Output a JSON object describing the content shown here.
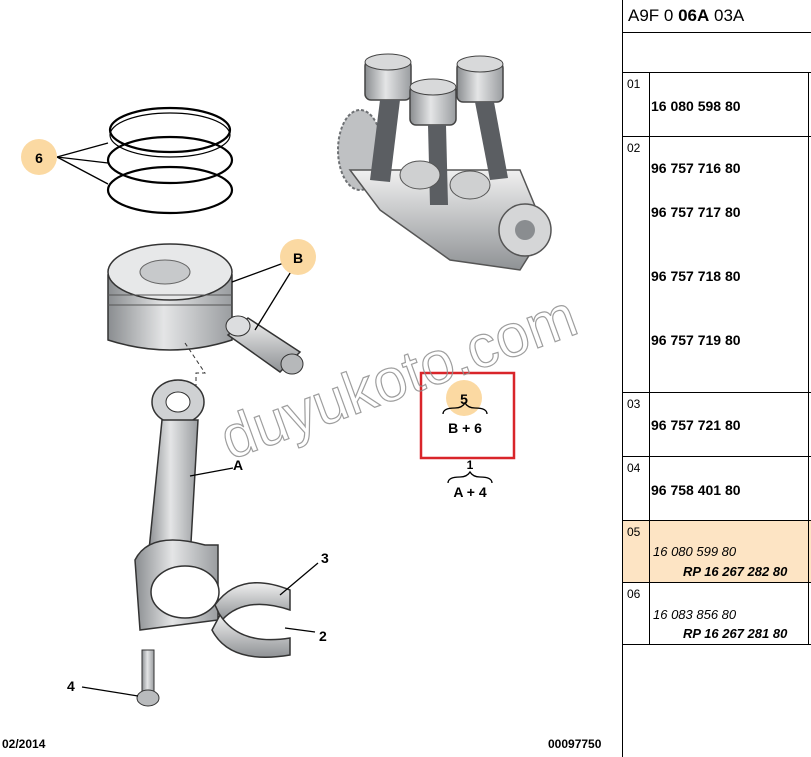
{
  "diagram": {
    "callouts": [
      {
        "id": "6",
        "label": "6"
      },
      {
        "id": "B",
        "label": "B"
      },
      {
        "id": "5",
        "label": "5"
      }
    ],
    "group_selected": {
      "number": "5",
      "formula": "B + 6"
    },
    "group_other": {
      "number": "1",
      "formula": "A + 4"
    },
    "item_labels": {
      "A": "A",
      "n2": "2",
      "n3": "3",
      "n4": "4"
    },
    "watermark": "duyukoto.com",
    "footer_date": "02/2014",
    "footer_doc": "00097750"
  },
  "panel": {
    "code_prefix": "A9F 0 ",
    "code_bold": "06A",
    "code_suffix": " 03A",
    "rows": [
      {
        "num": "01",
        "parts": [
          "16 080 598 80"
        ]
      },
      {
        "num": "02",
        "parts": [
          "96 757 716 80",
          "96 757 717 80",
          "96 757 718 80",
          "96 757 719 80"
        ]
      },
      {
        "num": "03",
        "parts": [
          "96 757 721 80"
        ]
      },
      {
        "num": "04",
        "parts": [
          "96 758 401 80"
        ]
      },
      {
        "num": "05",
        "old": "16 080 599 80",
        "rp": "RP 16 267 282 80"
      },
      {
        "num": "06",
        "old": "16 083 856 80",
        "rp": "RP 16 267 281 80"
      }
    ]
  },
  "colors": {
    "callout_fill": "#fbd9a2",
    "highlight_box": "#d9252a",
    "selected_row": "#fde4c4"
  }
}
